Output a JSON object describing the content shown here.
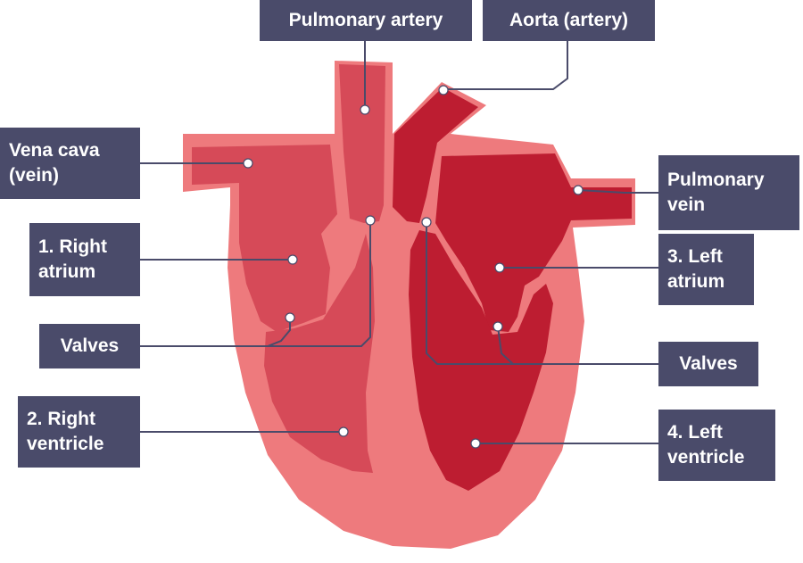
{
  "colors": {
    "outer": "#ee7a7d",
    "right_side": "#d64a58",
    "left_side": "#bd1d31",
    "wall": "#ee7a7d",
    "label_bg": "#4a4b6a",
    "label_text": "#ffffff"
  },
  "labels": {
    "pulmonary_artery": [
      "Pulmonary artery"
    ],
    "aorta": [
      "Aorta (artery)"
    ],
    "vena_cava": [
      "Vena cava",
      "(vein)"
    ],
    "pulmonary_vein": [
      "Pulmonary",
      "vein"
    ],
    "right_atrium": [
      "1. Right",
      "atrium"
    ],
    "left_atrium": [
      "3. Left",
      "atrium"
    ],
    "valves_left": [
      "Valves"
    ],
    "valves_right": [
      "Valves"
    ],
    "right_ventricle": [
      "2. Right",
      "ventricle"
    ],
    "left_ventricle": [
      "4. Left",
      "ventricle"
    ]
  }
}
